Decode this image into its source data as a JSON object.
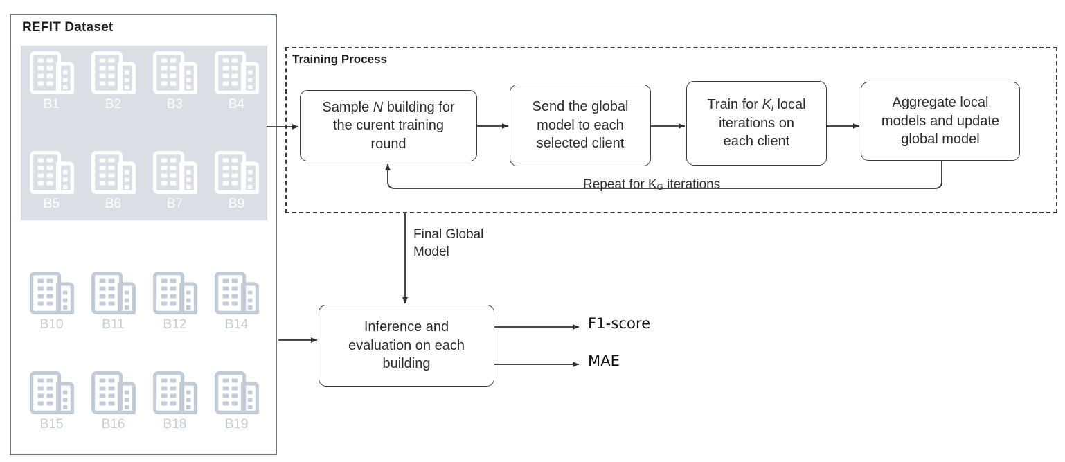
{
  "diagram": {
    "type": "flowchart",
    "title_dataset": "REFIT Dataset",
    "title_training": "Training Process"
  },
  "dataset": {
    "label": "REFIT Dataset",
    "training_buildings": [
      "B1",
      "B2",
      "B3",
      "B4",
      "B5",
      "B6",
      "B7",
      "B9"
    ],
    "evaluation_buildings": [
      "B10",
      "B11",
      "B12",
      "B14",
      "B15",
      "B16",
      "B18",
      "B19"
    ],
    "icon_name": "building-icon",
    "panel_color": "#dadfe5",
    "border_color": "#6e757d"
  },
  "training": {
    "label": "Training Process",
    "steps": [
      {
        "id": "sample",
        "line1_pre": "Sample ",
        "line1_var": "N",
        "line1_post": " building for",
        "line2": "the curent training",
        "line3": "round"
      },
      {
        "id": "send",
        "line1": "Send the global",
        "line2": "model to each",
        "line3": "selected client"
      },
      {
        "id": "train",
        "line1_pre": "Train for ",
        "line1_var": "K",
        "line1_sub": "l",
        "line1_post": " local",
        "line2": "iterations on",
        "line3": "each client"
      },
      {
        "id": "aggregate",
        "line1": "Aggregate local",
        "line2": "models and update",
        "line3": "global model"
      }
    ],
    "loop_label_pre": "Repeat for K",
    "loop_label_sub": "G",
    "loop_label_post": " iterations"
  },
  "evaluation": {
    "arrow_label_line1": "Final Global",
    "arrow_label_line2": "Model",
    "box_line1": "Inference and",
    "box_line2": "evaluation on each",
    "box_line3": "building",
    "outputs": [
      {
        "label": "F1-score"
      },
      {
        "label": "MAE"
      }
    ]
  },
  "colors": {
    "stroke": "#3d3d3d",
    "panel_grey": "#dadfe5",
    "icon_white": "#ffffff",
    "icon_blue_grey": "#c3cbd8",
    "text": "#2b2b2b"
  }
}
